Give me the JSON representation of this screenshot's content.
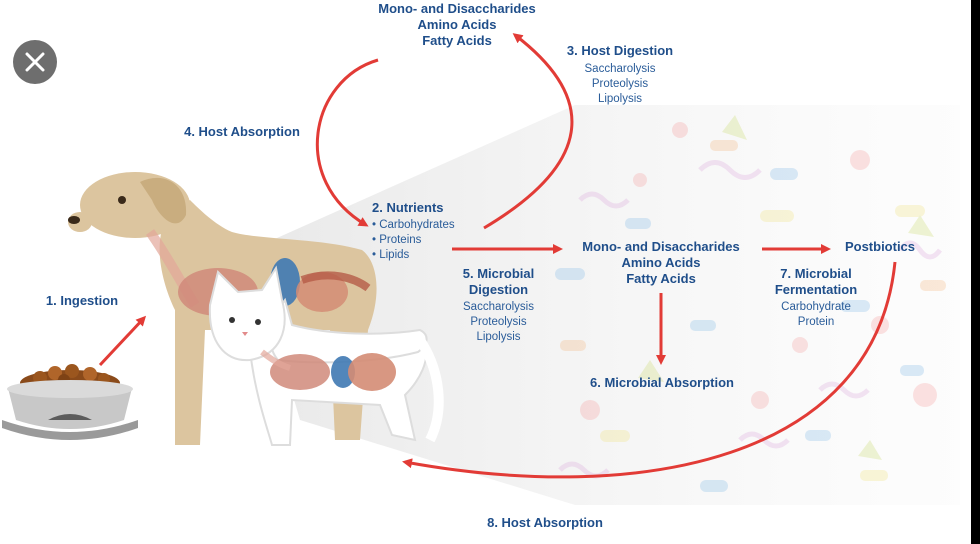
{
  "close_button": {
    "icon": "close-icon"
  },
  "top_node": {
    "line1": "Mono- and Disaccharides",
    "line2": "Amino Acids",
    "line3": "Fatty Acids"
  },
  "step1": {
    "title": "1. Ingestion"
  },
  "step2": {
    "title": "2. Nutrients",
    "items": [
      "• Carbohydrates",
      "• Proteins",
      "• Lipids"
    ]
  },
  "step3": {
    "title": "3. Host Digestion",
    "items": [
      "Saccharolysis",
      "Proteolysis",
      "Lipolysis"
    ]
  },
  "step4": {
    "title": "4. Host Absorption"
  },
  "step5": {
    "title1": "5. Microbial",
    "title2": "Digestion",
    "items": [
      "Saccharolysis",
      "Proteolysis",
      "Lipolysis"
    ]
  },
  "middle_node": {
    "line1": "Mono- and Disaccharides",
    "line2": "Amino Acids",
    "line3": "Fatty Acids"
  },
  "step6": {
    "title": "6. Microbial Absorption"
  },
  "step7": {
    "title1": "7. Microbial",
    "title2": "Fermentation",
    "items": [
      "Carbohydrate",
      "Protein"
    ]
  },
  "postbiotics": {
    "label": "Postbiotics"
  },
  "step8": {
    "title": "8. Host Absorption"
  },
  "colors": {
    "arrow": "#e23b36",
    "text": "#1f4e8a",
    "dog": "#dcc59f",
    "cat": "#ffffff",
    "organs": "#c95d4f"
  }
}
